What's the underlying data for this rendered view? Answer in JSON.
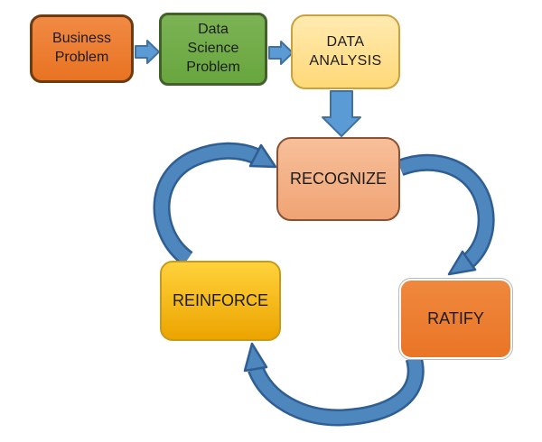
{
  "background": "#FFFFFF",
  "flow": {
    "nodes": [
      {
        "id": "business-problem",
        "label": "Business Problem",
        "fill": "#ED7D31",
        "border": "#6E3A10"
      },
      {
        "id": "data-science-problem",
        "label": "Data Science Problem",
        "fill": "#70AD47",
        "border": "#435F2A"
      },
      {
        "id": "data-analysis",
        "label": "DATA ANALYSIS",
        "fill": "#FFE09A",
        "border": "#C9A13E"
      }
    ],
    "connector_fill": "#5B9BD5",
    "connector_border": "#41719C"
  },
  "cycle": {
    "direction": "clockwise",
    "nodes": [
      {
        "id": "recognize",
        "label": "RECOGNIZE",
        "fill": "#F4B183",
        "border": "#8A5234"
      },
      {
        "id": "ratify",
        "label": "RATIFY",
        "fill": "#ED7D31",
        "border": "#FFFFFF"
      },
      {
        "id": "reinforce",
        "label": "REINFORCE",
        "fill": "#FFC926",
        "border": "#C9991C"
      }
    ],
    "arrow_fill": "#4E86BE",
    "arrow_border": "#2F5E93"
  },
  "edges": [
    {
      "from": "business-problem",
      "to": "data-science-problem"
    },
    {
      "from": "data-science-problem",
      "to": "data-analysis"
    },
    {
      "from": "data-analysis",
      "to": "recognize"
    },
    {
      "from": "recognize",
      "to": "ratify"
    },
    {
      "from": "ratify",
      "to": "reinforce"
    },
    {
      "from": "reinforce",
      "to": "recognize"
    }
  ]
}
